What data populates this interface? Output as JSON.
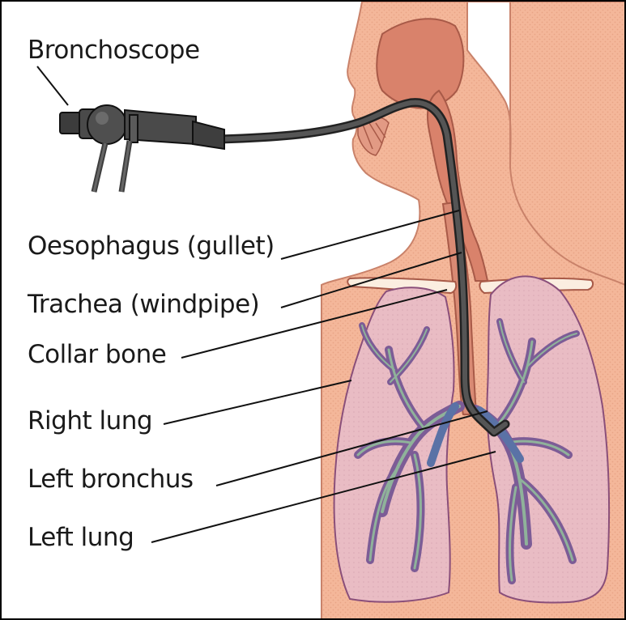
{
  "labels": {
    "bronchoscope": "Bronchoscope",
    "oesophagus": "Oesophagus (gullet)",
    "trachea": "Trachea (windpipe)",
    "collar_bone": "Collar bone",
    "right_lung": "Right lung",
    "left_bronchus": "Left bronchus",
    "left_lung": "Left lung"
  },
  "colors": {
    "skin": "#f4b79a",
    "airway": "#d9826b",
    "lung": "#e9bcc4",
    "lung_outline": "#8a4f7a",
    "bronchi": "#7c5c96",
    "bronchiole_core": "#8fb29a",
    "scope": "#4a4a4a",
    "collar_bone": "#fbeee0",
    "leader_line": "#111111"
  }
}
